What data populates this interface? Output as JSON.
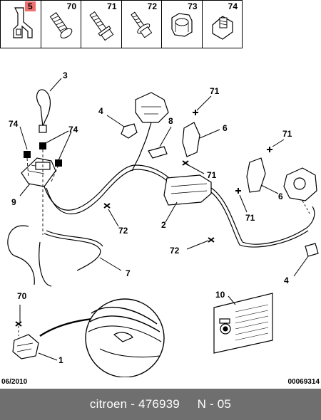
{
  "parts_bar": [
    {
      "ref": "5",
      "active": true,
      "icon": "hook-bracket-icon"
    },
    {
      "ref": "70",
      "active": false,
      "icon": "screw-icon"
    },
    {
      "ref": "71",
      "active": false,
      "icon": "bolt-icon"
    },
    {
      "ref": "72",
      "active": false,
      "icon": "flange-screw-icon"
    },
    {
      "ref": "73",
      "active": false,
      "icon": "nut-icon"
    },
    {
      "ref": "74",
      "active": false,
      "icon": "clip-nut-icon"
    }
  ],
  "callouts": {
    "c3": "3",
    "c4a": "4",
    "c8": "8",
    "c71a": "71",
    "c6a": "6",
    "c74a": "74",
    "c74b": "74",
    "c71b": "71",
    "c9": "9",
    "c71c": "71",
    "c6b": "6",
    "c71d": "71",
    "c72a": "72",
    "c2": "2",
    "c72b": "72",
    "c7": "7",
    "c4b": "4",
    "c70": "70",
    "c10": "10",
    "c1": "1"
  },
  "footer": {
    "date": "06/2010",
    "doc_number": "00069314",
    "caption": "citroen - 476939     N - 05"
  },
  "colors": {
    "highlight": "#ef6f6f",
    "bar": "#6f6f6f"
  }
}
